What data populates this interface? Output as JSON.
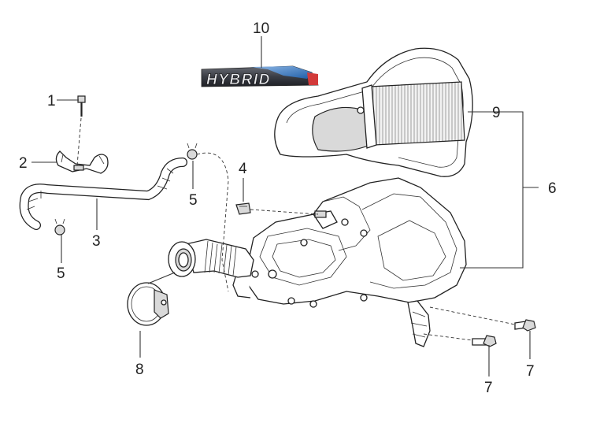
{
  "diagram": {
    "badge_text": "HYBRID",
    "callouts": [
      {
        "id": "c1",
        "label": "1"
      },
      {
        "id": "c2",
        "label": "2"
      },
      {
        "id": "c3",
        "label": "3"
      },
      {
        "id": "c4",
        "label": "4"
      },
      {
        "id": "c5a",
        "label": "5"
      },
      {
        "id": "c5b",
        "label": "5"
      },
      {
        "id": "c6",
        "label": "6"
      },
      {
        "id": "c7a",
        "label": "7"
      },
      {
        "id": "c7b",
        "label": "7"
      },
      {
        "id": "c8",
        "label": "8"
      },
      {
        "id": "c9",
        "label": "9"
      },
      {
        "id": "c10",
        "label": "10"
      }
    ],
    "colors": {
      "badge_blue": "#2f6fb5",
      "badge_red": "#d23a3a",
      "badge_dark": "#3a3d45",
      "line": "#333333"
    }
  }
}
